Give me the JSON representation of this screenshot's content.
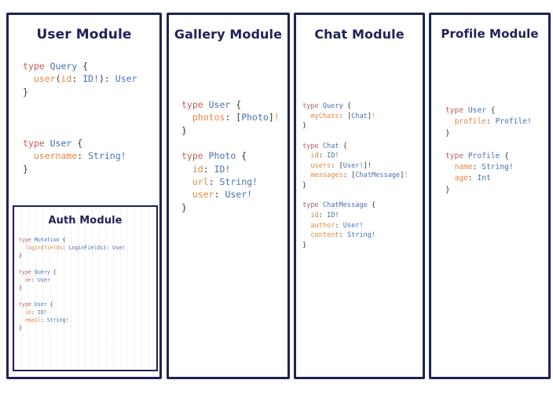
{
  "theme": {
    "border_color": "#1f2257",
    "title_color": "#1f2257",
    "background": "#ffffff",
    "code_keyword_color": "#c0605f",
    "code_type_color": "#4a6fb5",
    "code_field_color": "#e28743",
    "code_punct_color": "#3a3a3a"
  },
  "panels": [
    {
      "id": "user",
      "title": "User Module",
      "code_lines": [
        [
          {
            "t": "type ",
            "c": "kw"
          },
          {
            "t": "Query",
            "c": "typ"
          },
          {
            "t": " {",
            "c": "pun"
          }
        ],
        [
          {
            "t": "  ",
            "c": "pun"
          },
          {
            "t": "user",
            "c": "fld"
          },
          {
            "t": "(",
            "c": "pun"
          },
          {
            "t": "id",
            "c": "fld"
          },
          {
            "t": ": ",
            "c": "pun"
          },
          {
            "t": "ID!",
            "c": "typ"
          },
          {
            "t": "): ",
            "c": "pun"
          },
          {
            "t": "User",
            "c": "typ"
          }
        ],
        [
          {
            "t": "}",
            "c": "pun"
          }
        ],
        [
          {
            "t": "",
            "c": "pun"
          }
        ],
        [
          {
            "t": "",
            "c": "pun"
          }
        ],
        [
          {
            "t": "",
            "c": "pun"
          }
        ],
        [
          {
            "t": "type ",
            "c": "kw"
          },
          {
            "t": "User",
            "c": "typ"
          },
          {
            "t": " {",
            "c": "pun"
          }
        ],
        [
          {
            "t": "  ",
            "c": "pun"
          },
          {
            "t": "username",
            "c": "fld"
          },
          {
            "t": ": ",
            "c": "pun"
          },
          {
            "t": "String!",
            "c": "typ"
          }
        ],
        [
          {
            "t": "}",
            "c": "pun"
          }
        ]
      ],
      "nested": {
        "id": "auth",
        "title": "Auth Module",
        "code_lines": [
          [
            {
              "t": "type ",
              "c": "kw"
            },
            {
              "t": "Mutation",
              "c": "typ"
            },
            {
              "t": " {",
              "c": "pun"
            }
          ],
          [
            {
              "t": "  ",
              "c": "pun"
            },
            {
              "t": "login",
              "c": "fld"
            },
            {
              "t": "(",
              "c": "pun"
            },
            {
              "t": "fields",
              "c": "fld"
            },
            {
              "t": ": ",
              "c": "pun"
            },
            {
              "t": "LoginFields",
              "c": "typ"
            },
            {
              "t": "): ",
              "c": "pun"
            },
            {
              "t": "User",
              "c": "typ"
            }
          ],
          [
            {
              "t": "}",
              "c": "pun"
            }
          ],
          [
            {
              "t": "",
              "c": "pun"
            }
          ],
          [
            {
              "t": "type ",
              "c": "kw"
            },
            {
              "t": "Query",
              "c": "typ"
            },
            {
              "t": " {",
              "c": "pun"
            }
          ],
          [
            {
              "t": "  ",
              "c": "pun"
            },
            {
              "t": "me",
              "c": "fld"
            },
            {
              "t": ": ",
              "c": "pun"
            },
            {
              "t": "User",
              "c": "typ"
            }
          ],
          [
            {
              "t": "}",
              "c": "pun"
            }
          ],
          [
            {
              "t": "",
              "c": "pun"
            }
          ],
          [
            {
              "t": "type ",
              "c": "kw"
            },
            {
              "t": "User",
              "c": "typ"
            },
            {
              "t": " {",
              "c": "pun"
            }
          ],
          [
            {
              "t": "  ",
              "c": "pun"
            },
            {
              "t": "id",
              "c": "fld"
            },
            {
              "t": ": ",
              "c": "pun"
            },
            {
              "t": "ID!",
              "c": "typ"
            }
          ],
          [
            {
              "t": "  ",
              "c": "pun"
            },
            {
              "t": "email",
              "c": "fld"
            },
            {
              "t": ": ",
              "c": "pun"
            },
            {
              "t": "String!",
              "c": "typ"
            }
          ],
          [
            {
              "t": "}",
              "c": "pun"
            }
          ]
        ]
      }
    },
    {
      "id": "gallery",
      "title": "Gallery Module",
      "code_lines": [
        [
          {
            "t": "type ",
            "c": "kw"
          },
          {
            "t": "User",
            "c": "typ"
          },
          {
            "t": " {",
            "c": "pun"
          }
        ],
        [
          {
            "t": "  ",
            "c": "pun"
          },
          {
            "t": "photos",
            "c": "fld"
          },
          {
            "t": ": ",
            "c": "pun"
          },
          {
            "t": "[",
            "c": "pun"
          },
          {
            "t": "Photo",
            "c": "typ"
          },
          {
            "t": "]",
            "c": "pun"
          },
          {
            "t": "!",
            "c": "fld"
          }
        ],
        [
          {
            "t": "}",
            "c": "pun"
          }
        ],
        [
          {
            "t": "",
            "c": "pun"
          }
        ],
        [
          {
            "t": "type ",
            "c": "kw"
          },
          {
            "t": "Photo",
            "c": "typ"
          },
          {
            "t": " {",
            "c": "pun"
          }
        ],
        [
          {
            "t": "  ",
            "c": "pun"
          },
          {
            "t": "id",
            "c": "fld"
          },
          {
            "t": ": ",
            "c": "pun"
          },
          {
            "t": "ID!",
            "c": "typ"
          }
        ],
        [
          {
            "t": "  ",
            "c": "pun"
          },
          {
            "t": "url",
            "c": "fld"
          },
          {
            "t": ": ",
            "c": "pun"
          },
          {
            "t": "String!",
            "c": "typ"
          }
        ],
        [
          {
            "t": "  ",
            "c": "pun"
          },
          {
            "t": "user",
            "c": "fld"
          },
          {
            "t": ": ",
            "c": "pun"
          },
          {
            "t": "User!",
            "c": "typ"
          }
        ],
        [
          {
            "t": "}",
            "c": "pun"
          }
        ]
      ],
      "nested": null
    },
    {
      "id": "chat",
      "title": "Chat Module",
      "code_lines": [
        [
          {
            "t": "type ",
            "c": "kw"
          },
          {
            "t": "Query",
            "c": "typ"
          },
          {
            "t": " {",
            "c": "pun"
          }
        ],
        [
          {
            "t": "  ",
            "c": "pun"
          },
          {
            "t": "myChats",
            "c": "fld"
          },
          {
            "t": ": ",
            "c": "pun"
          },
          {
            "t": "[",
            "c": "pun"
          },
          {
            "t": "Chat",
            "c": "typ"
          },
          {
            "t": "]",
            "c": "pun"
          },
          {
            "t": "!",
            "c": "fld"
          }
        ],
        [
          {
            "t": "}",
            "c": "pun"
          }
        ],
        [
          {
            "t": "",
            "c": "pun"
          }
        ],
        [
          {
            "t": "type ",
            "c": "kw"
          },
          {
            "t": "Chat",
            "c": "typ"
          },
          {
            "t": " {",
            "c": "pun"
          }
        ],
        [
          {
            "t": "  ",
            "c": "pun"
          },
          {
            "t": "id",
            "c": "fld"
          },
          {
            "t": ": ",
            "c": "pun"
          },
          {
            "t": "ID!",
            "c": "typ"
          }
        ],
        [
          {
            "t": "  ",
            "c": "pun"
          },
          {
            "t": "users",
            "c": "fld"
          },
          {
            "t": ": ",
            "c": "pun"
          },
          {
            "t": "[",
            "c": "pun"
          },
          {
            "t": "User!",
            "c": "typ"
          },
          {
            "t": "]!",
            "c": "pun"
          }
        ],
        [
          {
            "t": "  ",
            "c": "pun"
          },
          {
            "t": "messages",
            "c": "fld"
          },
          {
            "t": ": ",
            "c": "pun"
          },
          {
            "t": "[",
            "c": "pun"
          },
          {
            "t": "ChatMessage",
            "c": "typ"
          },
          {
            "t": "]",
            "c": "pun"
          },
          {
            "t": "!",
            "c": "fld"
          }
        ],
        [
          {
            "t": "}",
            "c": "pun"
          }
        ],
        [
          {
            "t": "",
            "c": "pun"
          }
        ],
        [
          {
            "t": "type ",
            "c": "kw"
          },
          {
            "t": "ChatMessage",
            "c": "typ"
          },
          {
            "t": " {",
            "c": "pun"
          }
        ],
        [
          {
            "t": "  ",
            "c": "pun"
          },
          {
            "t": "id",
            "c": "fld"
          },
          {
            "t": ": ",
            "c": "pun"
          },
          {
            "t": "ID!",
            "c": "typ"
          }
        ],
        [
          {
            "t": "  ",
            "c": "pun"
          },
          {
            "t": "author",
            "c": "fld"
          },
          {
            "t": ": ",
            "c": "pun"
          },
          {
            "t": "User!",
            "c": "typ"
          }
        ],
        [
          {
            "t": "  ",
            "c": "pun"
          },
          {
            "t": "content",
            "c": "fld"
          },
          {
            "t": ": ",
            "c": "pun"
          },
          {
            "t": "String!",
            "c": "typ"
          }
        ],
        [
          {
            "t": "}",
            "c": "pun"
          }
        ]
      ],
      "nested": null
    },
    {
      "id": "profile",
      "title": "Profile Module",
      "code_lines": [
        [
          {
            "t": "type ",
            "c": "kw"
          },
          {
            "t": "User",
            "c": "typ"
          },
          {
            "t": " {",
            "c": "pun"
          }
        ],
        [
          {
            "t": "  ",
            "c": "pun"
          },
          {
            "t": "profile",
            "c": "fld"
          },
          {
            "t": ": ",
            "c": "pun"
          },
          {
            "t": "Profile!",
            "c": "typ"
          }
        ],
        [
          {
            "t": "}",
            "c": "pun"
          }
        ],
        [
          {
            "t": "",
            "c": "pun"
          }
        ],
        [
          {
            "t": "type ",
            "c": "kw"
          },
          {
            "t": "Profile",
            "c": "typ"
          },
          {
            "t": " {",
            "c": "pun"
          }
        ],
        [
          {
            "t": "  ",
            "c": "pun"
          },
          {
            "t": "name",
            "c": "fld"
          },
          {
            "t": ": ",
            "c": "pun"
          },
          {
            "t": "String!",
            "c": "typ"
          }
        ],
        [
          {
            "t": "  ",
            "c": "pun"
          },
          {
            "t": "age",
            "c": "fld"
          },
          {
            "t": ": ",
            "c": "pun"
          },
          {
            "t": "Int",
            "c": "typ"
          }
        ],
        [
          {
            "t": "}",
            "c": "pun"
          }
        ]
      ],
      "nested": null
    }
  ]
}
